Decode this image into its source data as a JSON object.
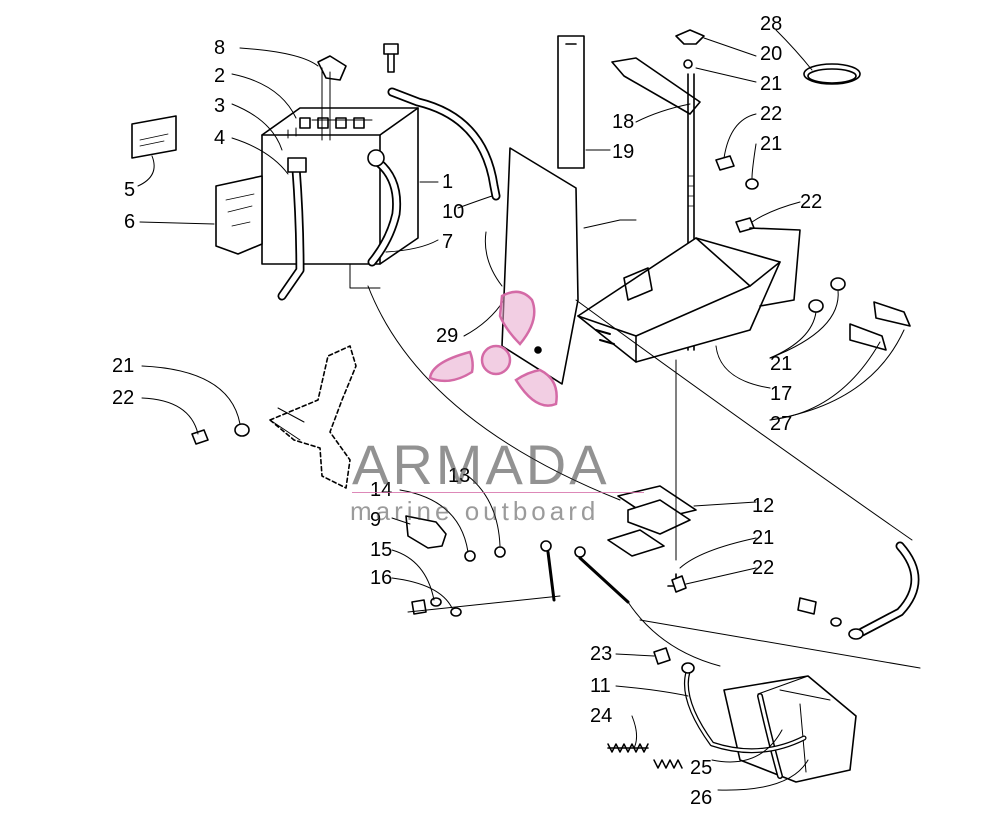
{
  "callouts": {
    "n1": "1",
    "n2": "2",
    "n3": "3",
    "n4": "4",
    "n5": "5",
    "n6": "6",
    "n7": "7",
    "n8": "8",
    "n9": "9",
    "n10": "10",
    "n11": "11",
    "n12": "12",
    "n13": "13",
    "n14": "14",
    "n15": "15",
    "n16": "16",
    "n17": "17",
    "n18": "18",
    "n19": "19",
    "n20": "20",
    "n21a": "21",
    "n21b": "21",
    "n21c": "21",
    "n21d": "21",
    "n21e": "21",
    "n22a": "22",
    "n22b": "22",
    "n22c": "22",
    "n22d": "22",
    "n23": "23",
    "n24": "24",
    "n25": "25",
    "n26": "26",
    "n27": "27",
    "n28": "28",
    "n29": "29"
  },
  "watermark": {
    "title": "ARMADA",
    "subtitle": "marine outboard",
    "accent_color": "#d46aa6"
  }
}
